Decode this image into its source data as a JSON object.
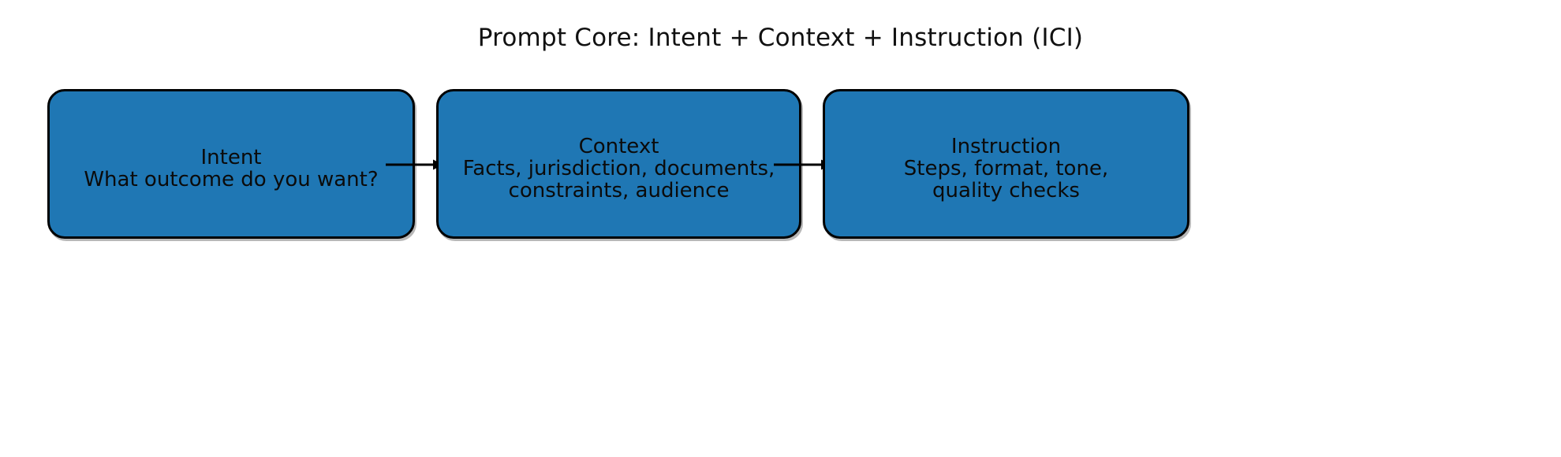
{
  "figure": {
    "title": "Prompt Core: Intent + Context + Instruction (ICI)",
    "background_color": "#ffffff",
    "node_fill_color": "#1f77b4",
    "node_border_color": "#000000",
    "text_color": "#000000",
    "arrow_color": "#000000"
  },
  "diagram": {
    "type": "flow",
    "orientation": "horizontal",
    "nodes": [
      {
        "id": "intent",
        "heading": "Intent",
        "detail": "What outcome do you want?",
        "label": "Intent\nWhat outcome do you want?"
      },
      {
        "id": "context",
        "heading": "Context",
        "detail": "Facts, jurisdiction, documents,\nconstraints, audience",
        "label": "Context\nFacts, jurisdiction, documents,\nconstraints, audience"
      },
      {
        "id": "instruction",
        "heading": "Instruction",
        "detail": "Steps, format, tone,\nquality checks",
        "label": "Instruction\nSteps, format, tone,\nquality checks"
      }
    ],
    "edges": [
      {
        "id": "intent-to-context",
        "from": "intent",
        "to": "context",
        "label": ""
      },
      {
        "id": "context-to-instruction",
        "from": "context",
        "to": "instruction",
        "label": ""
      }
    ]
  }
}
